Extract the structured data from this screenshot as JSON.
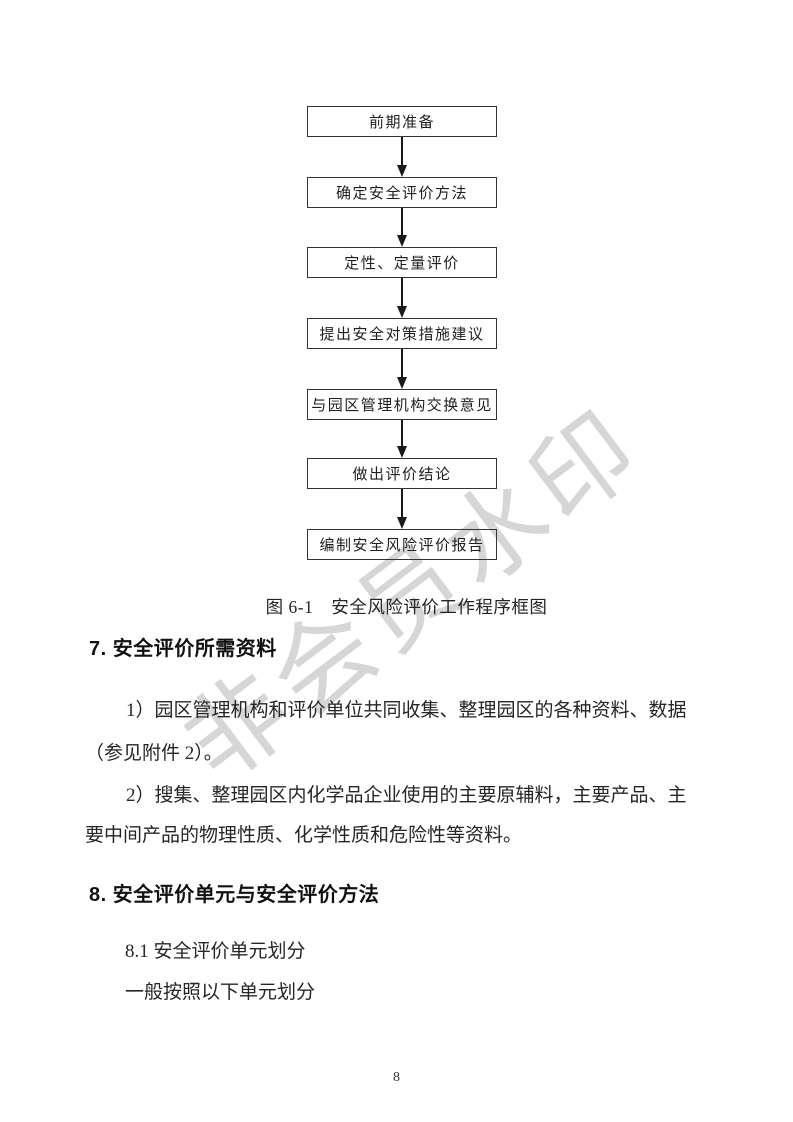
{
  "watermark": {
    "text": "非会员水印",
    "color": "#d6d6d6"
  },
  "flowchart": {
    "steps": [
      "前期准备",
      "确定安全评价方法",
      "定性、定量评价",
      "提出安全对策措施建议",
      "与园区管理机构交换意见",
      "做出评价结论",
      "编制安全风险评价报告"
    ]
  },
  "figure": {
    "caption": "图 6-1　安全风险评价工作程序框图"
  },
  "sections": {
    "s7": {
      "heading": "7. 安全评价所需资料",
      "para1_line1": "1）园区管理机构和评价单位共同收集、整理园区的各种资料、数据",
      "para1_line2": "（参见附件 2）。",
      "para2_line1": "2）搜集、整理园区内化学品企业使用的主要原辅料，主要产品、主",
      "para2_line2": "要中间产品的物理性质、化学性质和危险性等资料。"
    },
    "s8": {
      "heading": "8. 安全评价单元与安全评价方法",
      "sub_heading": "8.1 安全评价单元划分",
      "line1": "一般按照以下单元划分"
    }
  },
  "page_number": "8",
  "colors": {
    "ink": "#262626",
    "box_border": "#333333",
    "watermark_gray": "#d6d6d6"
  }
}
